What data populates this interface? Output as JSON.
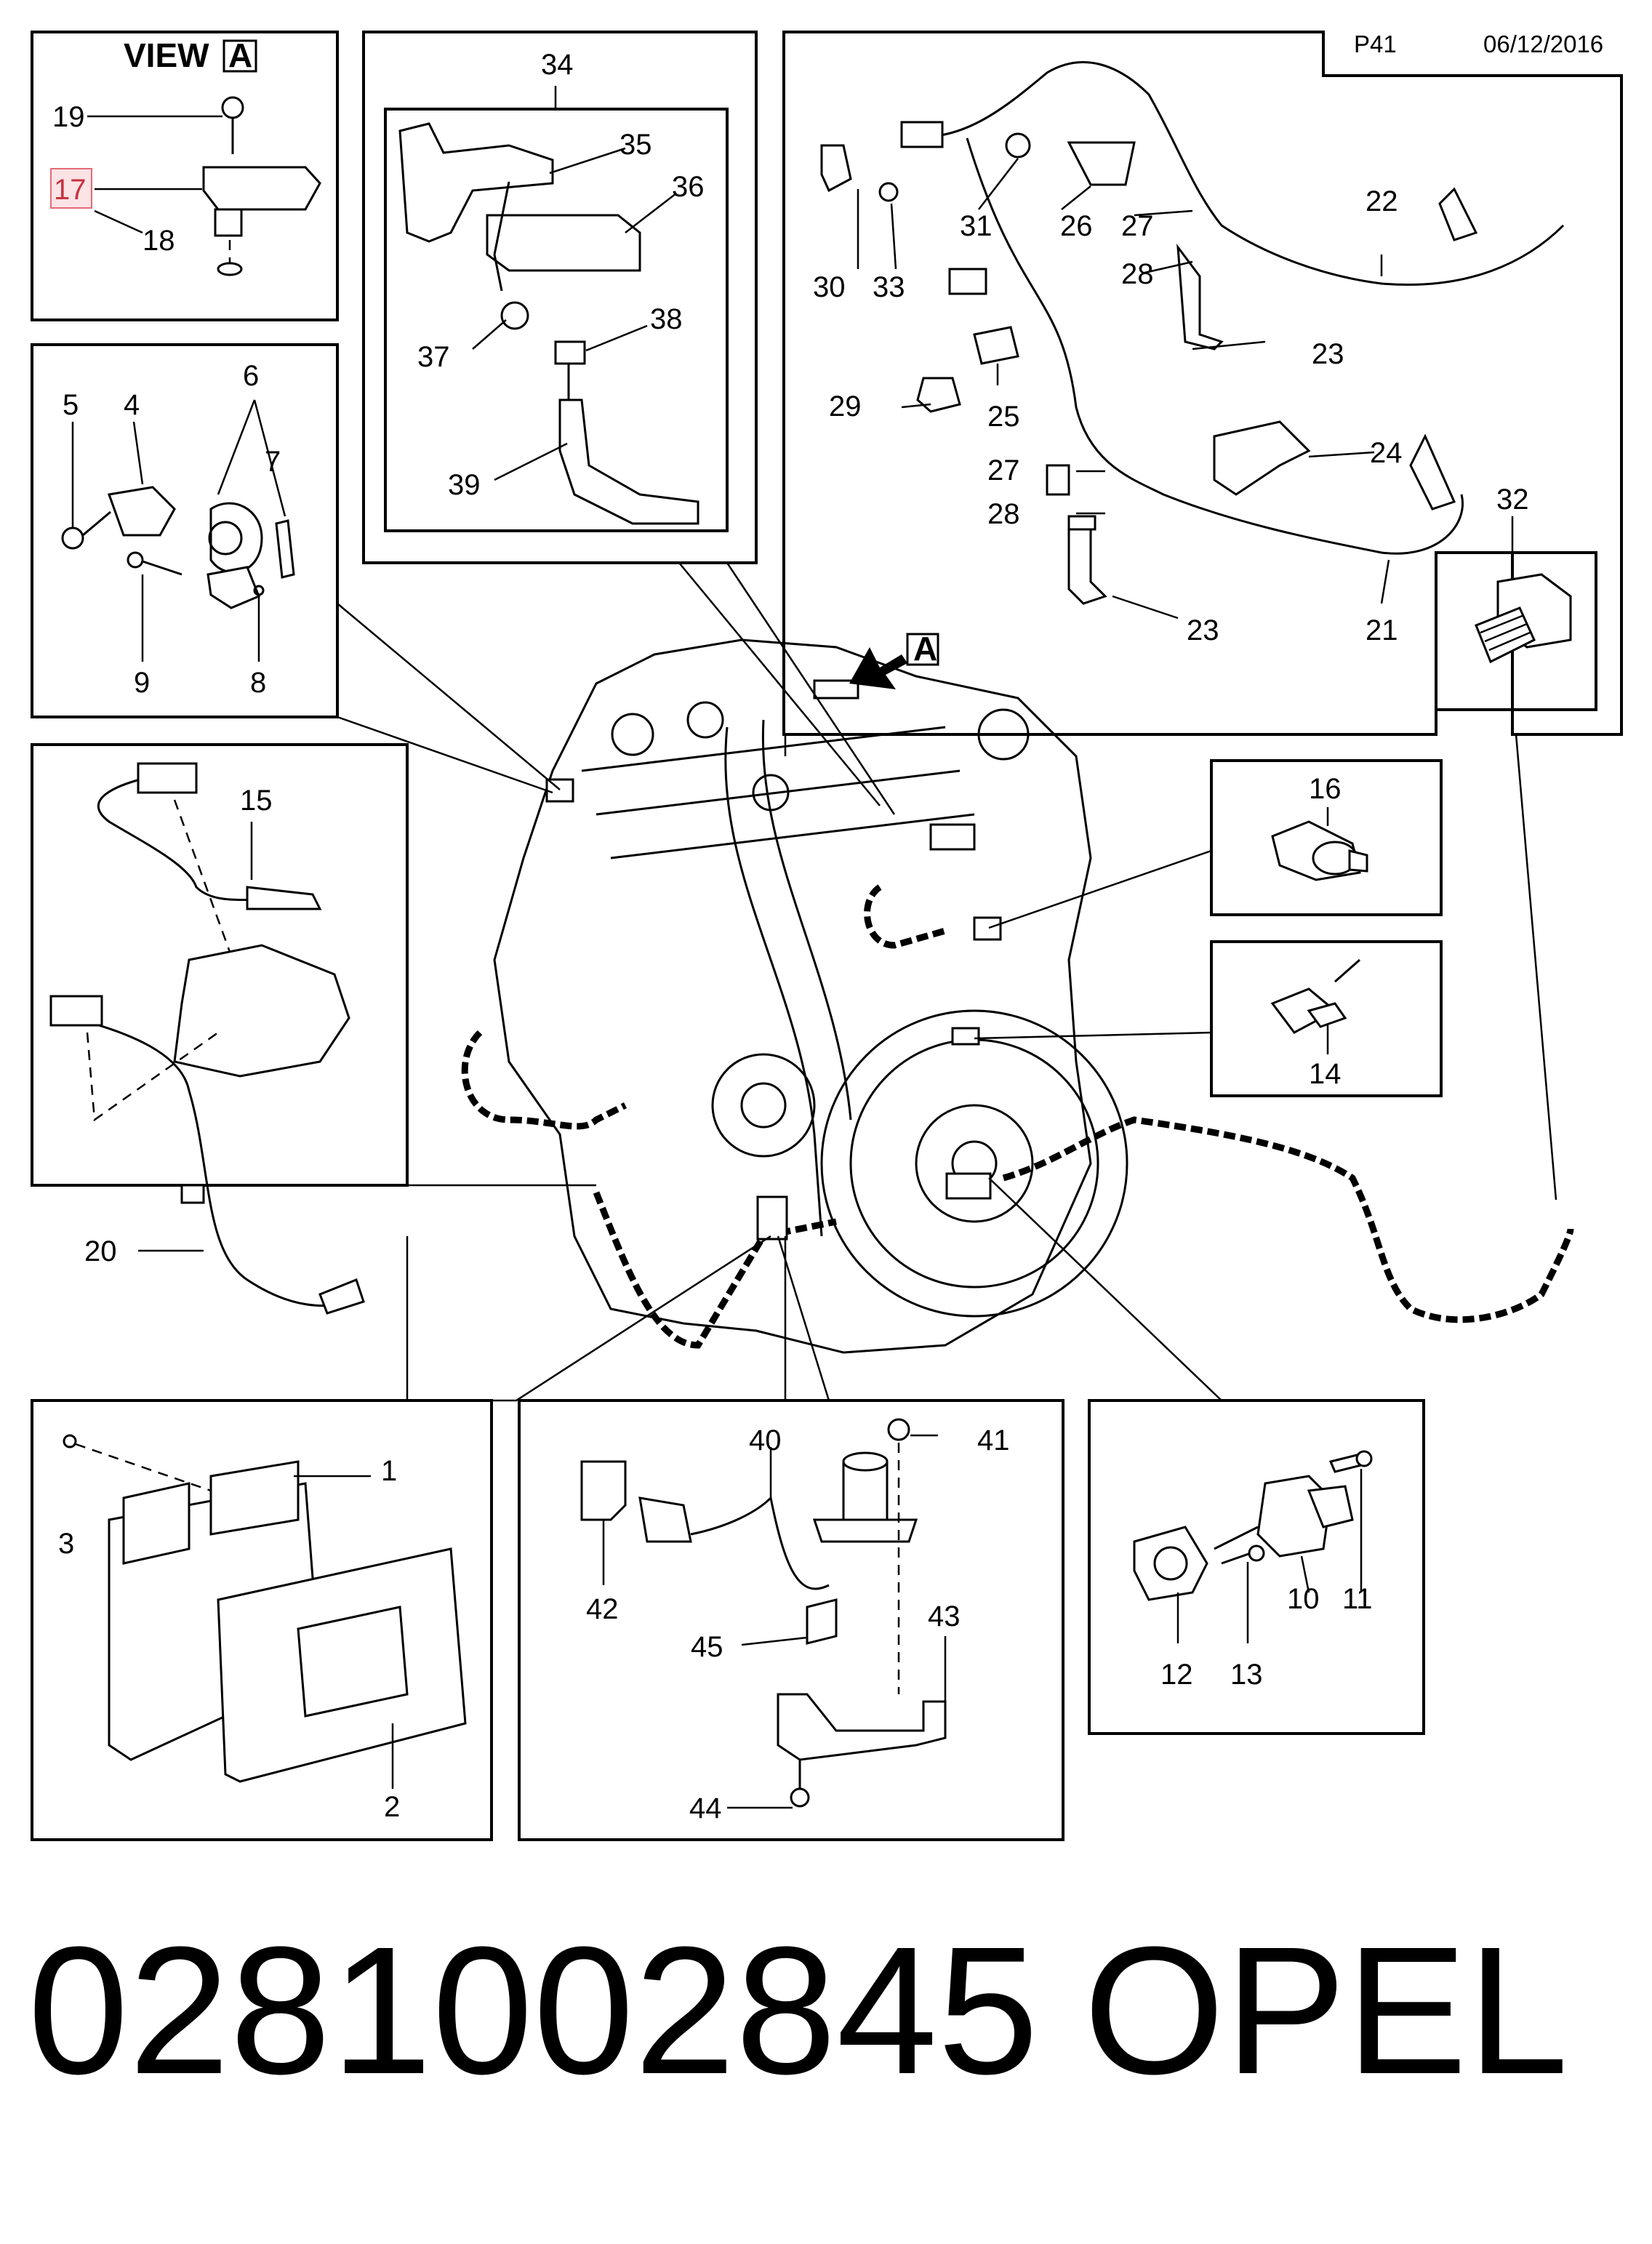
{
  "header": {
    "page": "P41",
    "date": "06/12/2016"
  },
  "view_label": {
    "text": "VIEW",
    "letter": "A"
  },
  "callouts": [
    "1",
    "2",
    "3",
    "4",
    "5",
    "6",
    "7",
    "8",
    "9",
    "10",
    "11",
    "12",
    "13",
    "14",
    "15",
    "16",
    "17",
    "18",
    "19",
    "20",
    "21",
    "22",
    "23",
    "24",
    "25",
    "26",
    "27",
    "28",
    "29",
    "30",
    "31",
    "32",
    "33",
    "34",
    "35",
    "36",
    "37",
    "38",
    "39",
    "40",
    "41",
    "42",
    "43",
    "44",
    "45"
  ],
  "highlighted_callout": "17",
  "footer": {
    "part_number": "0281002845",
    "brand": "OPEL"
  }
}
